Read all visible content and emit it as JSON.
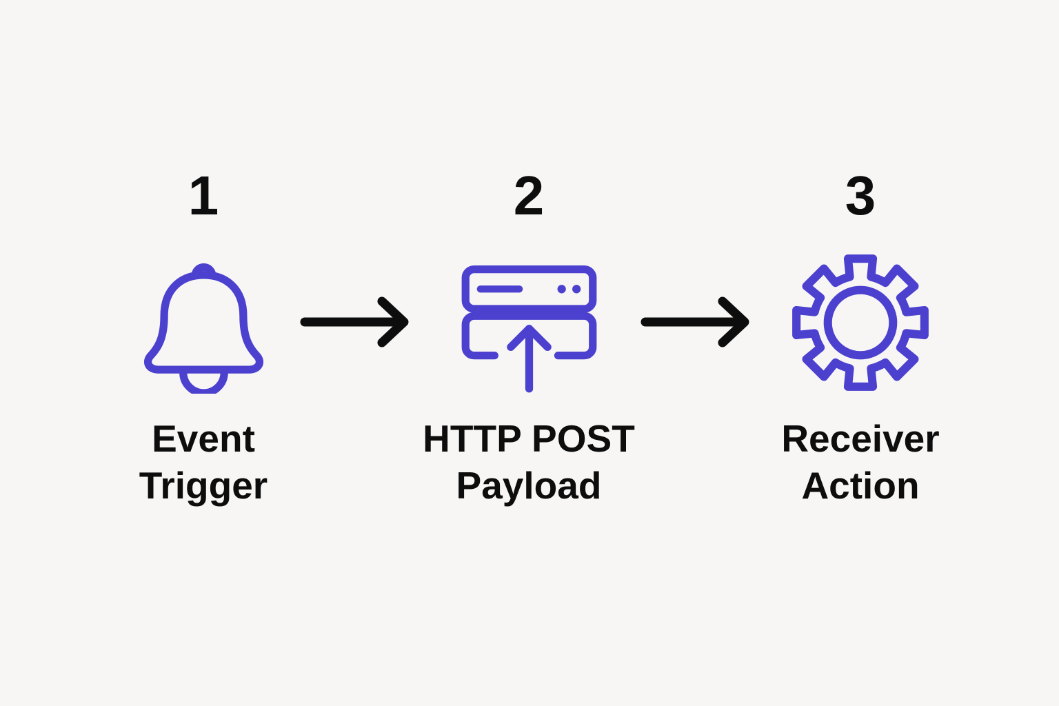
{
  "diagram": {
    "steps": [
      {
        "number": "1",
        "icon": "bell-icon",
        "label_lines": [
          "Event",
          "Trigger"
        ]
      },
      {
        "number": "2",
        "icon": "server-upload-icon",
        "label_lines": [
          "HTTP POST",
          "Payload"
        ]
      },
      {
        "number": "3",
        "icon": "gear-icon",
        "label_lines": [
          "Receiver",
          "Action"
        ]
      }
    ],
    "connectors": [
      {
        "icon": "arrow-right-icon"
      },
      {
        "icon": "arrow-right-icon"
      }
    ],
    "colors": {
      "background": "#f7f6f5",
      "icon_accent": "#4c41cf",
      "text": "#0d0d0d",
      "arrow": "#0d0d0d"
    }
  }
}
